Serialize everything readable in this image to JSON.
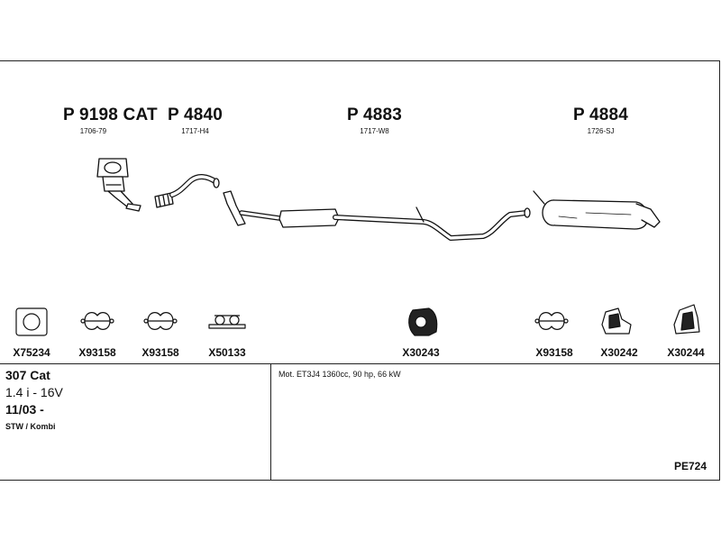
{
  "parts": [
    {
      "code": "P 9198 CAT",
      "ref": "1706-79"
    },
    {
      "code": "P 4840",
      "ref": "1717-H4"
    },
    {
      "code": "P 4883",
      "ref": "1717-W8"
    },
    {
      "code": "P 4884",
      "ref": "1726-SJ"
    }
  ],
  "accessories": [
    {
      "code": "X75234",
      "icon": "gasket-icon"
    },
    {
      "code": "X93158",
      "icon": "clamp-icon"
    },
    {
      "code": "X93158",
      "icon": "clamp-icon"
    },
    {
      "code": "X50133",
      "icon": "bracket-icon"
    },
    {
      "code": "X30243",
      "icon": "rubber-hanger-icon"
    },
    {
      "code": "X93158",
      "icon": "clamp-icon"
    },
    {
      "code": "X30242",
      "icon": "mount-bracket-icon"
    },
    {
      "code": "X30244",
      "icon": "mount-bracket-icon"
    }
  ],
  "vehicle": {
    "model": "307 Cat",
    "engine": "1.4 i - 16V",
    "date": "11/03 -",
    "body": "STW / Kombi"
  },
  "motor": "Mot. ET3J4 1360cc, 90 hp, 66 kW",
  "diagram_id": "PE724"
}
